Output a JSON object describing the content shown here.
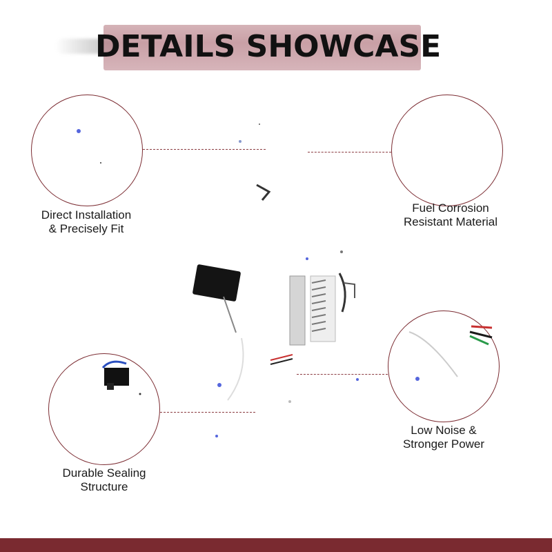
{
  "header": {
    "title": "DETAILS SHOWCASE"
  },
  "features": [
    {
      "line1": "Direct Installation",
      "line2": "& Precisely Fit"
    },
    {
      "line1": "Fuel Corrosion",
      "line2": "Resistant Material"
    },
    {
      "line1": "Durable Sealing",
      "line2": "Structure"
    },
    {
      "line1": "Low Noise &",
      "line2": "Stronger Power"
    }
  ],
  "colors": {
    "accent": "#7a2a30",
    "brush": "#b78088",
    "text": "#111111"
  }
}
